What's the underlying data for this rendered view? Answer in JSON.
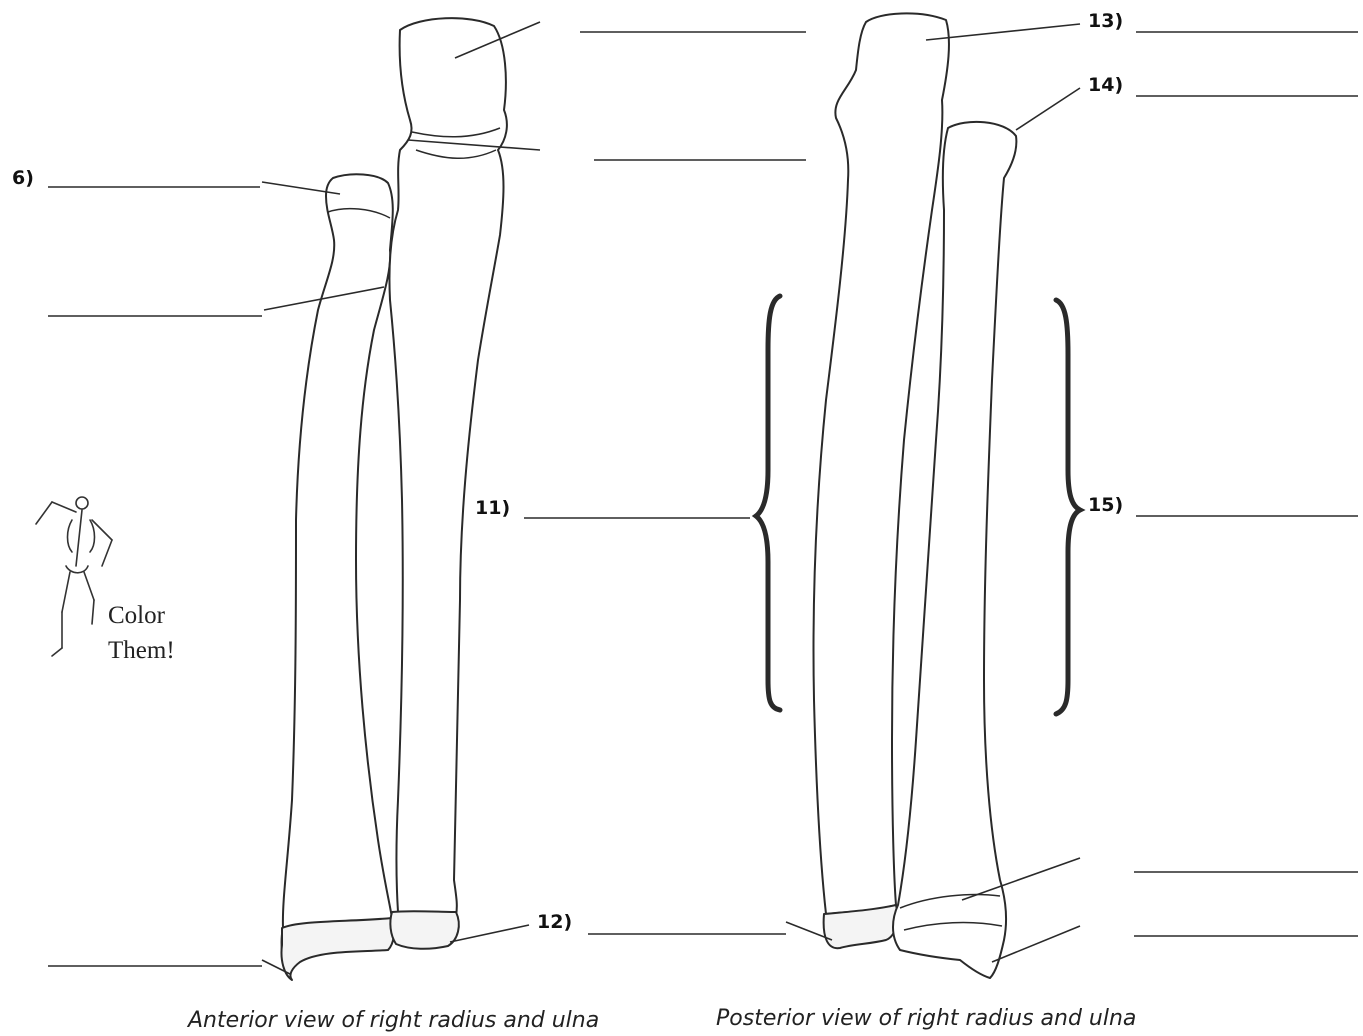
{
  "labels": {
    "n6": "6)",
    "n11": "11)",
    "n12": "12)",
    "n13": "13)",
    "n14": "14)",
    "n15": "15)"
  },
  "captions": {
    "anterior": "Anterior view of right radius and ulna",
    "posterior": "Posterior view of right radius and ulna"
  },
  "note": {
    "line1": "Color",
    "line2": "Them!"
  },
  "colors": {
    "ink": "#1a1a1a",
    "bone_outline": "#2a2a2a",
    "bone_fill": "#ffffff",
    "shading": "#6b6b6b"
  }
}
